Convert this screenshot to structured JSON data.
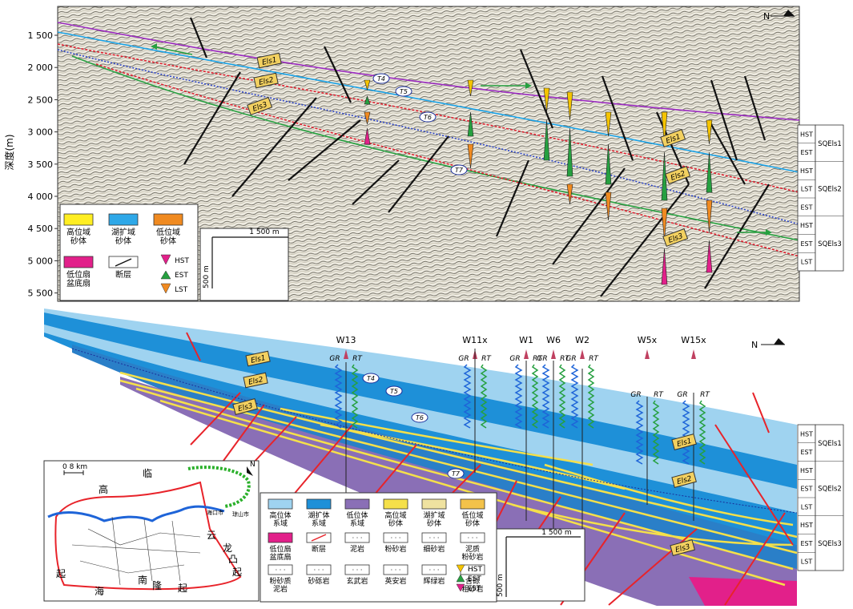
{
  "top": {
    "depth_label": "深度(m)",
    "depth_ticks": [
      "1 500",
      "2 000",
      "2 500",
      "3 000",
      "3 500",
      "4 000",
      "4 500",
      "5 000",
      "5 500"
    ],
    "north": "N",
    "surfaces": [
      "T4",
      "T5",
      "T6",
      "T7"
    ],
    "sys_boxes": [
      "Els1",
      "Els2",
      "Els3"
    ],
    "legend": {
      "items": [
        {
          "label": "高位域\n砂体",
          "color": "#ffee22"
        },
        {
          "label": "湖扩域\n砂体",
          "color": "#2ea8e8"
        },
        {
          "label": "低位域\n砂体",
          "color": "#f08a20"
        },
        {
          "label": "低位扇\n盆底扇",
          "color": "#e2208a"
        },
        {
          "label": "断层"
        }
      ],
      "tracts": [
        "HST",
        "EST",
        "LST"
      ]
    },
    "scale_h": "1 500 m",
    "scale_v": "500 m",
    "column": {
      "rows": [
        "HST",
        "EST",
        "HST",
        "LST",
        "EST",
        "HST",
        "EST",
        "LST"
      ],
      "sequences": [
        "SQEls1",
        "SQEls2",
        "SQEls3"
      ]
    }
  },
  "bottom": {
    "wells": [
      "W13",
      "W11x",
      "W1",
      "W6",
      "W2",
      "W5x",
      "W15x"
    ],
    "logs": [
      "GR",
      "RT"
    ],
    "surfaces": [
      "T4",
      "T5",
      "T6",
      "T7"
    ],
    "sys_boxes": [
      "Els1",
      "Els2",
      "Els3"
    ],
    "north": "N",
    "scale_h": "1 500 m",
    "scale_v": "500 m",
    "column": {
      "rows": [
        "HST",
        "EST",
        "HST",
        "EST",
        "LST",
        "HST",
        "EST",
        "LST"
      ],
      "sequences": [
        "SQEls1",
        "SQEls2",
        "SQEls3"
      ]
    },
    "legend_items": [
      {
        "label": "高位体\n系域",
        "color": "#9fd3f0"
      },
      {
        "label": "湖扩体\n系域",
        "color": "#1e90d8"
      },
      {
        "label": "低位体\n系域",
        "color": "#8a6fb6"
      },
      {
        "label": "高位域\n砂体",
        "color": "#f5e04a"
      },
      {
        "label": "湖扩域\n砂体",
        "color": "#efe2a0"
      },
      {
        "label": "低位域\n砂体",
        "color": "#f3c24a"
      },
      {
        "label": "低位扇\n盆底扇",
        "color": "#e2208a"
      },
      {
        "label": "断层"
      },
      {
        "label": "泥岩"
      },
      {
        "label": "粉砂岩"
      },
      {
        "label": "细砂岩"
      },
      {
        "label": "泥质\n粉砂岩"
      },
      {
        "label": "粉砂质\n泥岩"
      },
      {
        "label": "砂砾岩"
      },
      {
        "label": "玄武岩"
      },
      {
        "label": "英安岩"
      },
      {
        "label": "辉绿岩"
      },
      {
        "label": "含砾\n粗砂岩"
      }
    ],
    "tracts": [
      "HST",
      "EST",
      "LST"
    ],
    "map": {
      "scale": "0    8 km",
      "north": "N",
      "labels": [
        "临",
        "高",
        "云",
        "龙",
        "凸",
        "起",
        "起",
        "南",
        "海",
        "隆",
        "起",
        "海口市",
        "琼山市"
      ]
    }
  },
  "colors": {
    "fault": "#e8232a",
    "hst_sys": "#9fd3f0",
    "est_sys": "#1e90d8",
    "lst_sys": "#8a6fb6",
    "sand_hst": "#f5e04a"
  }
}
